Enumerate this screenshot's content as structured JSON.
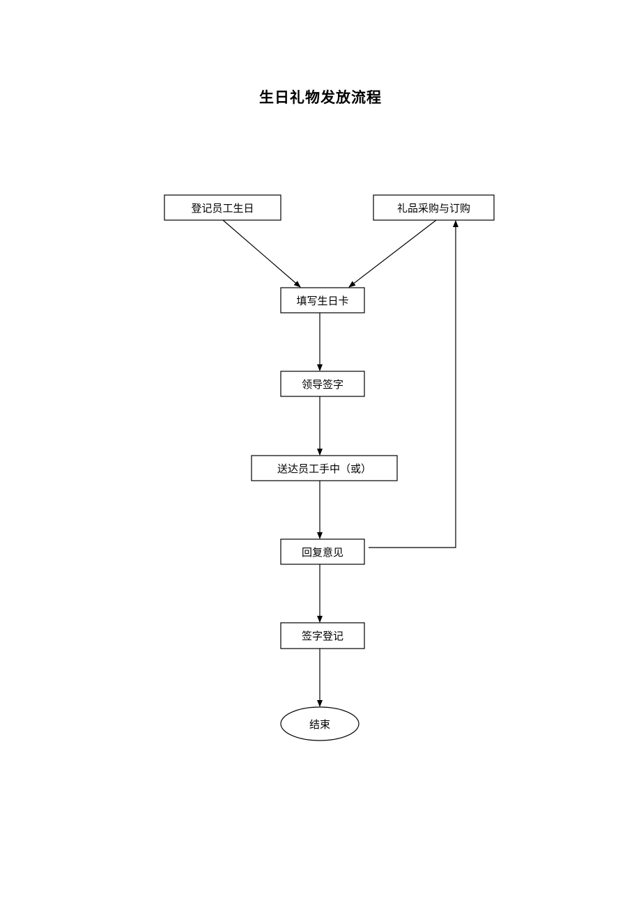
{
  "title": "生日礼物发放流程",
  "nodes": {
    "register": "登记员工生日",
    "purchase": "礼品采购与订购",
    "fill_card": "填写生日卡",
    "leader_sign": "领导签字",
    "deliver": "送达员工手中（或）",
    "feedback": "回复意见",
    "sign_register": "签字登记",
    "end": "结束"
  }
}
